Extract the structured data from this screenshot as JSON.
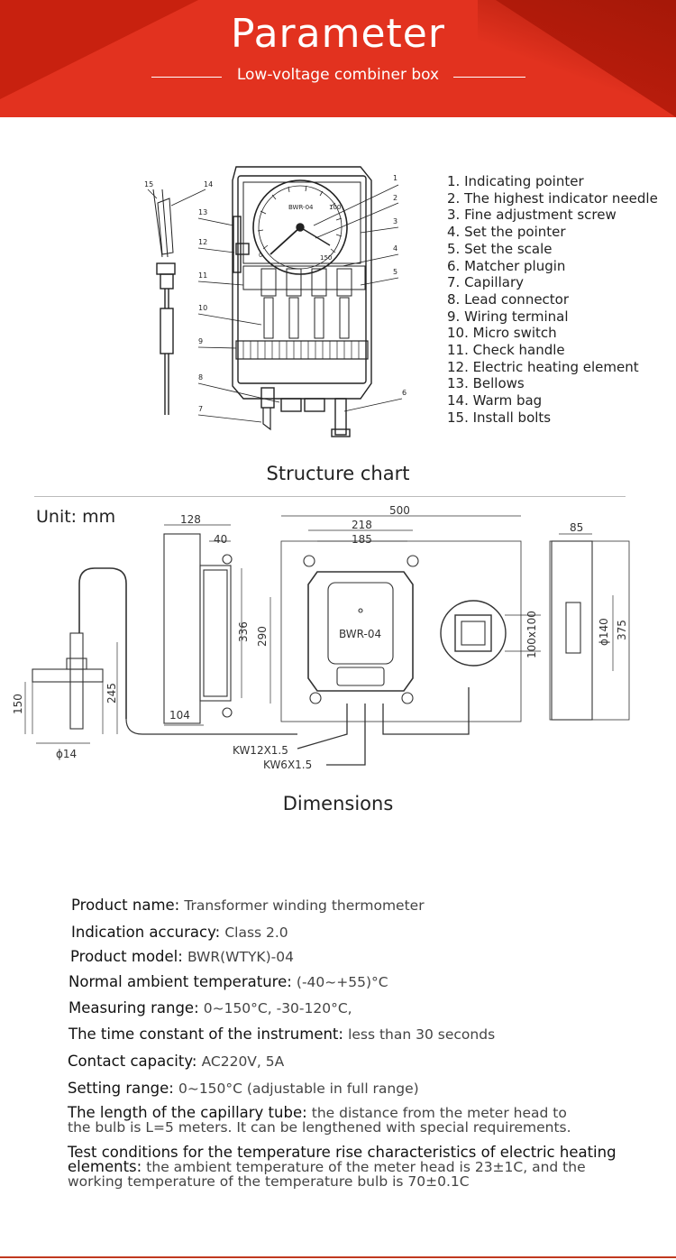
{
  "header": {
    "title": "Parameter",
    "subtitle": "Low-voltage combiner box"
  },
  "structure": {
    "caption": "Structure chart",
    "drawing_labels": {
      "dial_model": "BWR-04",
      "scale_low": "0",
      "scale_mid": "100",
      "scale_high": "150",
      "callouts": [
        "1",
        "2",
        "3",
        "4",
        "5",
        "6",
        "7",
        "8",
        "9",
        "10",
        "11",
        "12",
        "13",
        "14",
        "15"
      ]
    },
    "legend": [
      "1. Indicating pointer",
      "2. The highest indicator needle",
      "3. Fine adjustment screw",
      "4. Set the pointer",
      "5. Set the scale",
      "6. Matcher plugin",
      "7. Capillary",
      "8. Lead connector",
      "9. Wiring terminal",
      "10. Micro switch",
      "11. Check handle",
      "12. Electric heating element",
      "13. Bellows",
      "14. Warm bag",
      "15. Install bolts"
    ]
  },
  "dimensions": {
    "caption": "Dimensions",
    "unit": "Unit: mm",
    "labels": {
      "d128": "128",
      "d40": "40",
      "d336": "336",
      "d104": "104",
      "d500": "500",
      "d218": "218",
      "d185": "185",
      "d290": "290",
      "model": "BWR-04",
      "d85": "85",
      "d100x100": "100x100",
      "phi140": "ϕ140",
      "d375": "375",
      "d150": "150",
      "d245": "245",
      "phi14": "ϕ14",
      "kw12": "KW12X1.5",
      "kw6": "KW6X1.5"
    }
  },
  "specs": [
    {
      "label": "Product name:",
      "value": "Transformer winding thermometer"
    },
    {
      "label": "Indication accuracy:",
      "value": "Class 2.0"
    },
    {
      "label": "Product model:",
      "value": "BWR(WTYK)-04"
    },
    {
      "label": "Normal ambient temperature:",
      "value": "(-40~+55)°C"
    },
    {
      "label": "Measuring range:",
      "value": "0~150°C, -30-120°C,"
    },
    {
      "label": "The time constant of the instrument:",
      "value": "less than 30 seconds"
    },
    {
      "label": "Contact capacity:",
      "value": "AC220V, 5A"
    },
    {
      "label": "Setting range:",
      "value": "0~150°C (adjustable in full range)"
    },
    {
      "label": "The length of the capillary tube:",
      "value": "the distance from the meter head to",
      "value2": "the bulb is L=5 meters. It can be lengthened with special requirements."
    },
    {
      "label": "Test conditions for the temperature rise characteristics of electric heating",
      "label2": "elements:",
      "value": "the ambient temperature of the meter head is 23±1C, and the",
      "value2": "working temperature of the temperature bulb is 70±0.1C"
    }
  ],
  "colors": {
    "header_red": "#e2321f",
    "header_dark": "#b81c0c"
  }
}
